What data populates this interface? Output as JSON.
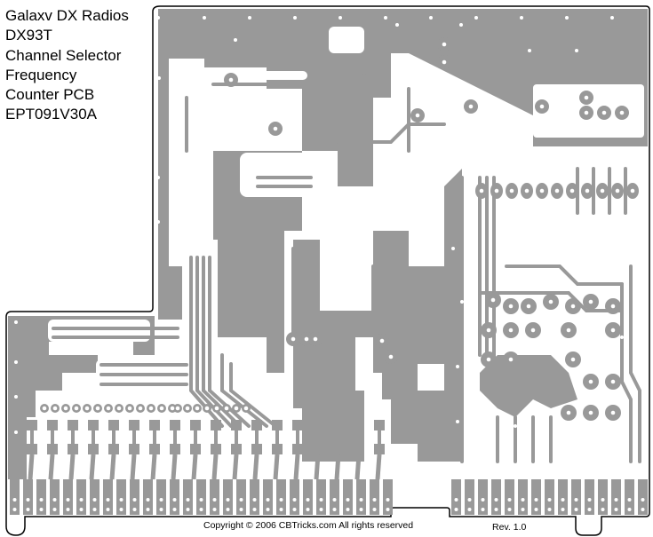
{
  "title_lines": [
    "Galaxv DX Radios",
    "DX93T",
    "Channel Selector",
    "Frequency",
    "Counter PCB",
    "EPT091V30A"
  ],
  "footer": {
    "copyright": "Copyright © 2006 CBTricks.com   All rights reserved",
    "revision": "Rev. 1.0"
  },
  "colors": {
    "copper": "#999999",
    "substrate": "#ffffff",
    "outline": "#000000"
  }
}
